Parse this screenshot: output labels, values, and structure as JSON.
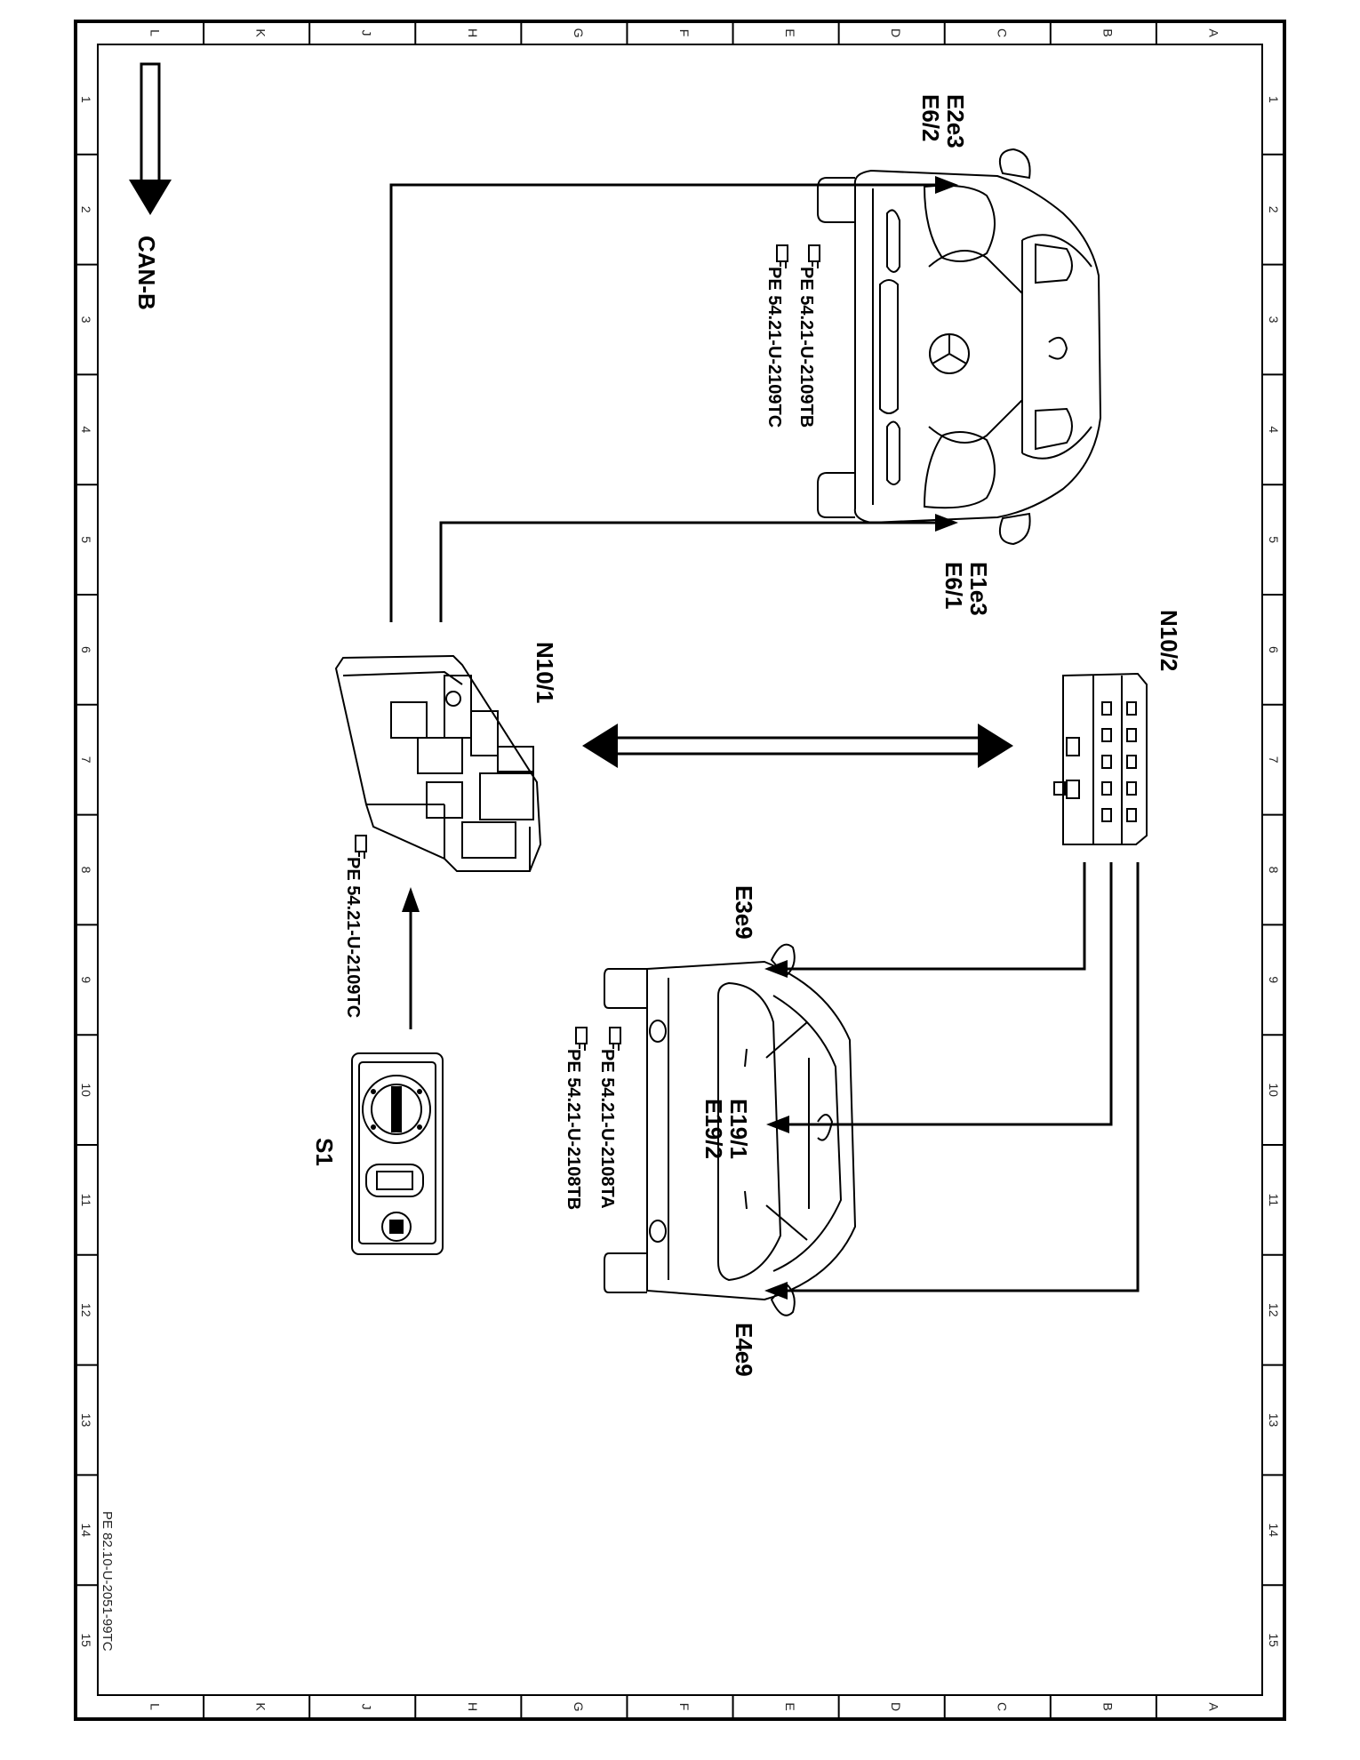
{
  "grid": {
    "letters": [
      "L",
      "K",
      "J",
      "H",
      "G",
      "F",
      "E",
      "D",
      "C",
      "B",
      "A"
    ],
    "numbers": [
      "1",
      "2",
      "3",
      "4",
      "5",
      "6",
      "7",
      "8",
      "9",
      "10",
      "11",
      "12",
      "13",
      "14",
      "15"
    ]
  },
  "labels": {
    "can_b": "CAN-B",
    "e2e3": "E2e3",
    "e6_2": "E6/2",
    "e1e3": "E1e3",
    "e6_1": "E6/1",
    "n10_1": "N10/1",
    "n10_2": "N10/2",
    "e3e9": "E3e9",
    "e4e9": "E4e9",
    "e19_1": "E19/1",
    "e19_2": "E19/2",
    "s1": "S1"
  },
  "refs": {
    "front_ref_1": "PE  54.21-U-2109TB",
    "front_ref_2": "PE  54.21-U-2109TC",
    "module_ref": "PE  54.21-U-2109TC",
    "rear_ref_1": "PE  54.21-U-2108TA",
    "rear_ref_2": "PE  54.21-U-2108TB"
  },
  "doc_number": "PE 82.10-U-2051-99TC",
  "icons": {
    "ref_marker": "pointing-hand-icon",
    "can_arrow": "down-arrow-icon"
  }
}
